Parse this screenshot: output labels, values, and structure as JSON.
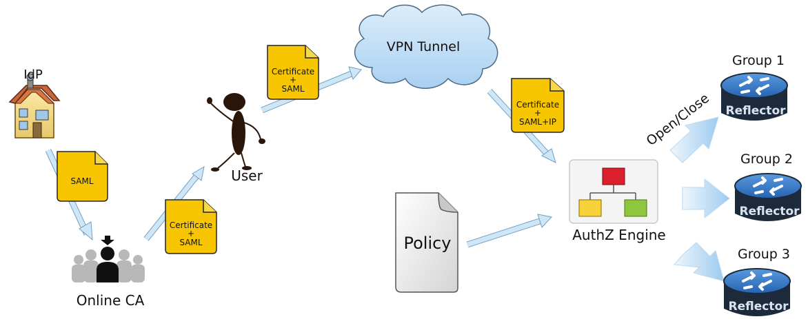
{
  "labels": {
    "idp": "IdP",
    "online_ca": "Online CA",
    "user": "User",
    "vpn_tunnel": "VPN Tunnel",
    "authz_engine": "AuthZ Engine",
    "policy": "Policy",
    "open_close": "Open/Close",
    "group1": "Group 1",
    "group2": "Group 2",
    "group3": "Group 3"
  },
  "documents": {
    "saml": {
      "lines": [
        "SAML"
      ]
    },
    "ca_cert": {
      "lines": [
        "Certificate",
        "+",
        "SAML"
      ]
    },
    "user_cert": {
      "lines": [
        "Certificate",
        "+",
        "SAML"
      ]
    },
    "vpn_cert": {
      "lines": [
        "Certificate",
        "+",
        "SAML+IP"
      ]
    }
  },
  "reflector_label": "Reflector",
  "colors": {
    "doc_fill": "#f7c600",
    "arrow_fill": "#c9e3f6",
    "arrow_stroke": "#6f9fc2",
    "cloud_fill": "#bcdcf4",
    "reflector_blue": "#2a6fc0",
    "reflector_dark": "#1c2a3c"
  }
}
